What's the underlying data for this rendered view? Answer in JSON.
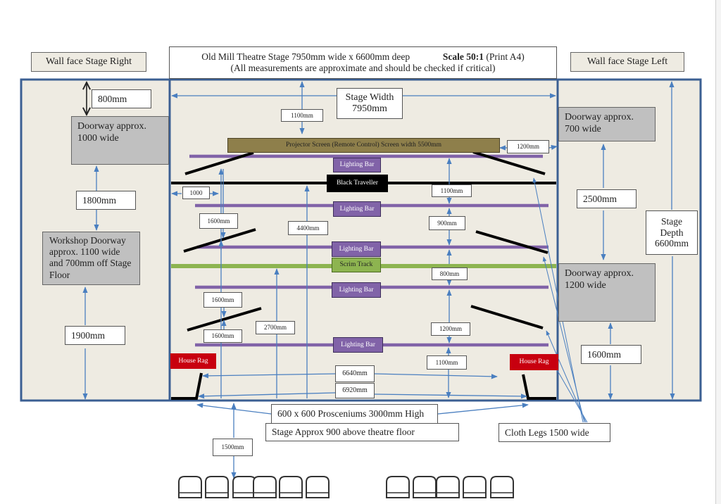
{
  "title": {
    "line1_main": "Old Mill Theatre Stage 7950mm wide x 6600mm deep",
    "line1_scale_bold": "Scale 50:1",
    "line1_scale_note": "(Print A4)",
    "line2": "(All measurements are approximate and should be checked if critical)"
  },
  "walls": {
    "stage_right": "Wall face Stage Right",
    "stage_left": "Wall face Stage Left"
  },
  "stage": {
    "width_label": "Stage Width 7950mm",
    "width_line1": "Stage Width",
    "width_line2": "7950mm",
    "depth_line1": "Stage",
    "depth_line2": "Depth",
    "depth_line3": "6600mm"
  },
  "stage_right_wing": {
    "top_gap": "800mm",
    "doorway": "Doorway approx. 1000 wide",
    "between_doors": "1800mm",
    "workshop_doorway": "Workshop Doorway approx. 1100 wide and 700mm off Stage Floor",
    "bottom_gap": "1900mm"
  },
  "stage_left_wing": {
    "doorway_top": "Doorway approx. 700 wide",
    "between_doors": "2500mm",
    "doorway_bottom": "Doorway approx. 1200 wide",
    "bottom_gap": "1600mm"
  },
  "elements": {
    "projector_screen": "Projector Screen (Remote Control) Screen width 5500mm",
    "lighting_bar": "Lighting Bar",
    "black_traveller": "Black Traveller",
    "scrim_track": "Scrim Track",
    "house_rag": "House Rag"
  },
  "dimensions": {
    "screen_from_back": "1100mm",
    "screen_to_wall": "1200mm",
    "traveller_offset": "1000",
    "traveller_to_bar": "1100mm",
    "bar_to_bar": "900mm",
    "scrim_to_bar": "800mm",
    "bar_to_bar_lower": "1200mm",
    "front_bar_to_edge": "1100mm",
    "leg_spacing_upper": "1600mm",
    "leg_spacing_mid": "1600mm",
    "leg_spacing_lower": "1600mm",
    "to_traveller": "4400mm",
    "to_scrim": "2700mm",
    "rag_opening": "6640mm",
    "proscenium_opening": "6920mm",
    "to_audience": "1500mm"
  },
  "notes": {
    "prosceniums": "600 x 600 Prosceniums 3000mm High",
    "stage_height": "Stage Approx 900 above theatre floor",
    "cloth_legs": "Cloth Legs 1500 wide"
  },
  "audience": {
    "left_block_seats": 6,
    "right_block_seats": 5
  },
  "colors": {
    "outline": "#3b5f93",
    "arrow": "#4a7fc0",
    "floor": "#eeebe2",
    "lighting_bar": "#8163a8",
    "scrim": "#8db450",
    "screen": "#8e7f4b",
    "house_rag": "#c8000f",
    "doorway": "#c0c0c0"
  }
}
